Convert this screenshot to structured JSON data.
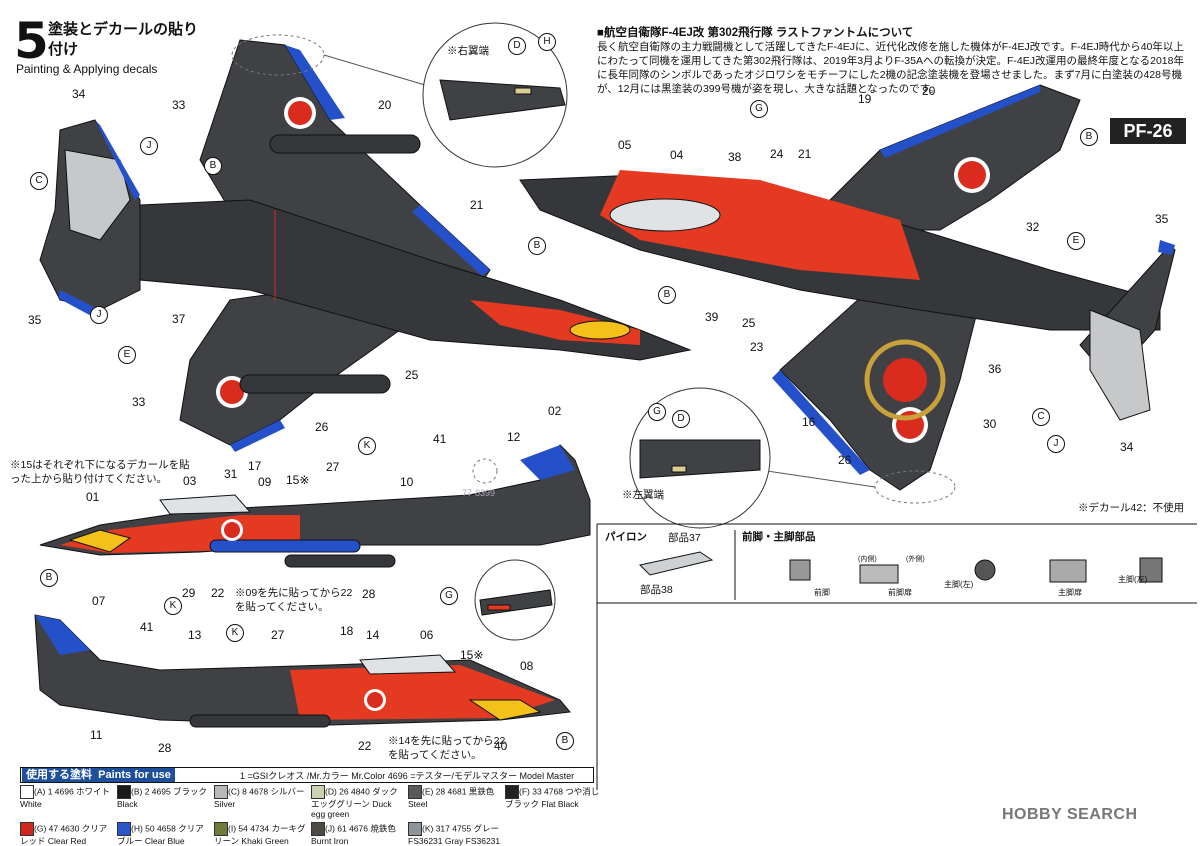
{
  "header": {
    "step_number": "5",
    "title_jp": "塗装とデカールの貼り付け",
    "title_en": "Painting & Applying decals"
  },
  "about": {
    "title": "■航空自衛隊F-4EJ改 第302飛行隊 ラストファントムについて",
    "body": "長く航空自衛隊の主力戦闘機として活躍してきたF-4EJに、近代化改修を施した機体がF-4EJ改です。F-4EJ時代から40年以上にわたって同機を運用してきた第302飛行隊は、2019年3月よりF-35Aへの転換が決定。F-4EJ改運用の最終年度となる2018年に長年同隊のシンボルであったオジロワシをモチーフにした2機の記念塗装機を登場させました。まず7月に白塗装の428号機が、12月には黒塗装の399号機が姿を現し、大きな話題となったのです。"
  },
  "badge": "PF-26",
  "insets": {
    "right_wingtip": "※右翼端",
    "left_wingtip": "※左翼端"
  },
  "notes": {
    "decal15": "※15はそれぞれ下になるデカールを貼った上から貼り付けてください。",
    "decal09": "※09を先に貼ってから22を貼ってください。",
    "decal14": "※14を先に貼ってから22を貼ってください。",
    "decal42": "※デカール42：不使用"
  },
  "parts": {
    "pylon_title": "パイロン",
    "pylon_part37": "部品37",
    "pylon_part38": "部品38",
    "gear_title": "前脚・主脚部品",
    "nose_gear": "前脚",
    "nose_door": "前脚扉",
    "main_gear_left": "主脚(左)",
    "main_door": "主脚扉",
    "main_gear": "主脚(左)",
    "inner": "(内側)",
    "outer": "(外側)"
  },
  "callouts": {
    "top_view": [
      "34",
      "33",
      "20",
      "21",
      "37",
      "25",
      "33",
      "26",
      "35"
    ],
    "bottom_view": [
      "19",
      "20",
      "05",
      "04",
      "38",
      "24",
      "21",
      "32",
      "35",
      "39",
      "25",
      "23",
      "36",
      "16",
      "30",
      "26",
      "34"
    ],
    "side_right": [
      "02",
      "12",
      "41",
      "27",
      "10",
      "17",
      "15※",
      "03",
      "31",
      "09",
      "01",
      "29",
      "22",
      "28"
    ],
    "side_left": [
      "07",
      "41",
      "13",
      "27",
      "18",
      "14",
      "06",
      "15※",
      "08",
      "11",
      "28",
      "22",
      "40"
    ],
    "tail_codes": [
      "77-8399"
    ]
  },
  "paints": {
    "title_jp": "使用する塗料",
    "title_en": "Paints for use",
    "legend": "1 =GSIクレオス /Mr.カラー Mr.Color   4696 =テスター/モデルマスター Model Master",
    "rows": [
      {
        "letter": "A",
        "num": "1",
        "mm": "4696",
        "jp": "ホワイト",
        "en": "White",
        "color": "#ffffff"
      },
      {
        "letter": "B",
        "num": "2",
        "mm": "4695",
        "jp": "ブラック",
        "en": "Black",
        "color": "#1a1a1a"
      },
      {
        "letter": "C",
        "num": "8",
        "mm": "4678",
        "jp": "シルバー",
        "en": "Silver",
        "color": "#b8b8b8"
      },
      {
        "letter": "D",
        "num": "26",
        "mm": "4840",
        "jp": "ダックエッググリーン",
        "en": "Duck egg green",
        "color": "#c9d3b4"
      },
      {
        "letter": "E",
        "num": "28",
        "mm": "4681",
        "jp": "黒鉄色",
        "en": "Steel",
        "color": "#5a5a5a"
      },
      {
        "letter": "F",
        "num": "33",
        "mm": "4768",
        "jp": "つや消しブラック",
        "en": "Flat Black",
        "color": "#222222"
      },
      {
        "letter": "G",
        "num": "47",
        "mm": "4630",
        "jp": "クリアレッド",
        "en": "Clear Red",
        "color": "#d0281f"
      },
      {
        "letter": "H",
        "num": "50",
        "mm": "4658",
        "jp": "クリアブルー",
        "en": "Clear Blue",
        "color": "#2a58c8"
      },
      {
        "letter": "I",
        "num": "54",
        "mm": "4734",
        "jp": "カーキグリーン",
        "en": "Khaki Green",
        "color": "#6e7a3a"
      },
      {
        "letter": "J",
        "num": "61",
        "mm": "4676",
        "jp": "焼鉄色",
        "en": "Burnt Iron",
        "color": "#4d4a44"
      },
      {
        "letter": "K",
        "num": "317",
        "mm": "4755",
        "jp": "グレーFS36231",
        "en": "Gray FS36231",
        "color": "#8e949a"
      }
    ]
  },
  "colors": {
    "aircraft_gray": "#3f4144",
    "aircraft_dark": "#2b2d30",
    "blue_trim": "#2451c9",
    "red": "#e43a22",
    "orange": "#f05a28",
    "yellow": "#f4c11a",
    "hinomaru": "#d92b1e",
    "light_gray": "#c6c8ca"
  },
  "watermark": "HOBBY SEARCH"
}
